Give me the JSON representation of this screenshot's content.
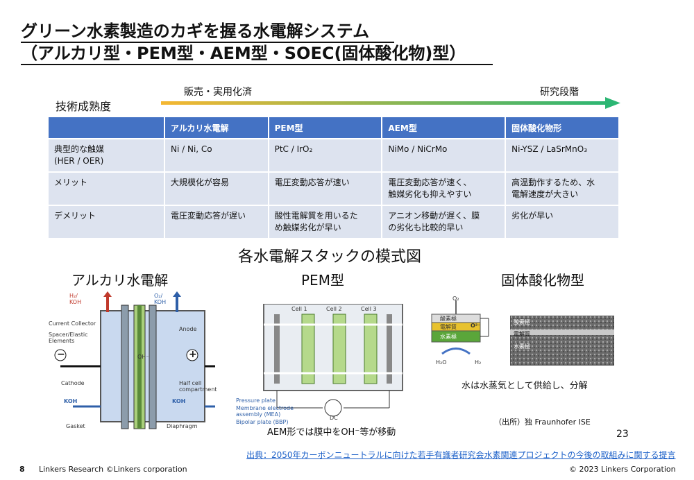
{
  "title_line1": "グリーン水素製造のカギを握る水電解システム",
  "title_line2": "（アルカリ型・PEM型・AEM型・SOEC(固体酸化物)型）",
  "maturity_label": "技術成熟度",
  "arrow_left_label": "販売・実用化済",
  "arrow_right_label": "研究段階",
  "table": {
    "headers": [
      "",
      "アルカリ水電解",
      "PEM型",
      "AEM型",
      "固体酸化物形"
    ],
    "rows": [
      {
        "label": "典型的な触媒\n(HER / OER)",
        "cells": [
          "Ni / Ni, Co",
          "PtC / IrO₂",
          "NiMo / NiCrMo",
          "Ni-YSZ / LaSrMnO₃"
        ]
      },
      {
        "label": "メリット",
        "cells": [
          "大規模化が容易",
          "電圧変動応答が速い",
          "電圧変動応答が速く、\n触媒劣化も抑えやすい",
          "高温動作するため、水\n電解速度が大きい"
        ]
      },
      {
        "label": "デメリット",
        "cells": [
          "電圧変動応答が遅い",
          "酸性電解質を用いるた\nめ触媒劣化が早い",
          "アニオン移動が遅く、膜\nの劣化も比較的早い",
          "劣化が早い"
        ]
      }
    ]
  },
  "stack_title": "各水電解スタックの模式図",
  "diagrams": {
    "alkaline": {
      "title": "アルカリ水電解",
      "h2_label": "H₂/\nKOH",
      "o2_label": "O₂/\nKOH",
      "minus": "−",
      "plus": "+",
      "oh_label": "OH⁻",
      "left_labels": [
        "Current Collector",
        "Spacer/Elastic Elements",
        "Cathode",
        "KOH",
        "Gasket"
      ],
      "right_labels": [
        "Anode",
        "Half cell compartment",
        "KOH",
        "Diaphragm"
      ]
    },
    "pem": {
      "title": "PEM型",
      "cells": [
        "Cell 1",
        "Cell 2",
        "Cell 3"
      ],
      "legend": [
        "Pressure plate",
        "Membrane electrode assembly (MEA)",
        "Bipolar plate (BBP)"
      ],
      "dc_label": "DC",
      "caption": "AEM形では膜中をOH⁻等が移動"
    },
    "soec": {
      "title": "固体酸化物型",
      "o2_label": "O₂",
      "layers": [
        "酸素極",
        "電解質",
        "水素極"
      ],
      "o2ion": "O²⁻",
      "h2o": "H₂O",
      "h2": "H₂",
      "micrograph_labels": [
        "酸素極",
        "電解質",
        "水素極"
      ],
      "caption": "水は水蒸気として供給し、分解",
      "source_note": "（出所）独 Fraunhofer ISE"
    }
  },
  "page_number": "23",
  "source_link": "出典：2050年カーボンニュートラルに向けた若手有識者研究会水素関連プロジェクトの今後の取組みに関する提言",
  "footer_left_num": "8",
  "footer_left_text": "Linkers Research ©Linkers corporation",
  "footer_right_text": "© 2023 Linkers Corporation",
  "colors": {
    "header_blue": "#4472c4",
    "row_bg": "#dde3ef",
    "arrow_start": "#f5b731",
    "arrow_end": "#2bb673",
    "link": "#1a5fc8"
  }
}
